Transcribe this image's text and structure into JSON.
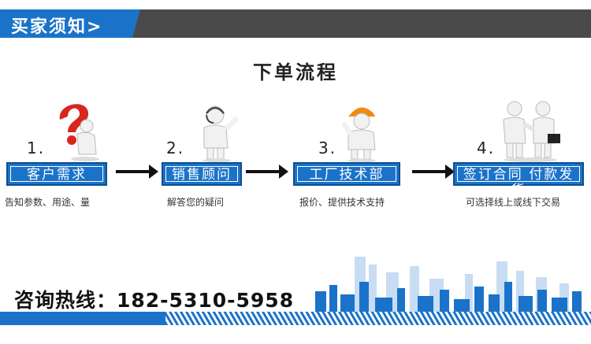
{
  "header": {
    "title": "买家须知>"
  },
  "section": {
    "title": "下单流程"
  },
  "steps": [
    {
      "num": "1.",
      "label": "客户需求",
      "desc": "告知参数、用途、量",
      "icon": "question-person-icon"
    },
    {
      "num": "2.",
      "label": "销售顾问",
      "desc": "解答您的疑问",
      "icon": "headset-person-icon"
    },
    {
      "num": "3.",
      "label": "工厂技术部",
      "desc": "报价、提供技术支持",
      "icon": "hardhat-person-icon"
    },
    {
      "num": "4.",
      "label": "签订合同 付款发货",
      "desc": "可选择线上或线下交易",
      "icon": "handshake-people-icon"
    }
  ],
  "footer": {
    "hotline": "咨询热线：182-5310-5958"
  },
  "colors": {
    "accent": "#1a73c9",
    "dark": "#4a4a4a"
  }
}
